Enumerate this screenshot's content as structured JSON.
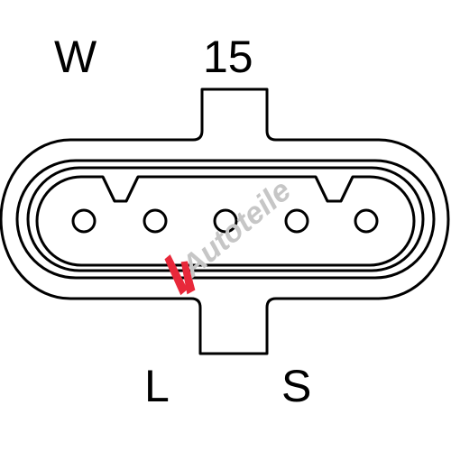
{
  "labels": {
    "top_left": "W",
    "top_right": "15",
    "bottom_left": "L",
    "bottom_right": "S"
  },
  "watermark": {
    "text": "Autoteile",
    "text_color": "#c6c6c6",
    "accent_color": "#e8283a"
  },
  "pins": [
    {
      "id": "pin-1"
    },
    {
      "id": "pin-2"
    },
    {
      "id": "pin-3"
    },
    {
      "id": "pin-4"
    },
    {
      "id": "pin-5"
    }
  ],
  "keys": [
    {
      "id": "key-left"
    },
    {
      "id": "key-right"
    }
  ],
  "colors": {
    "line": "#000000",
    "background": "#ffffff"
  }
}
